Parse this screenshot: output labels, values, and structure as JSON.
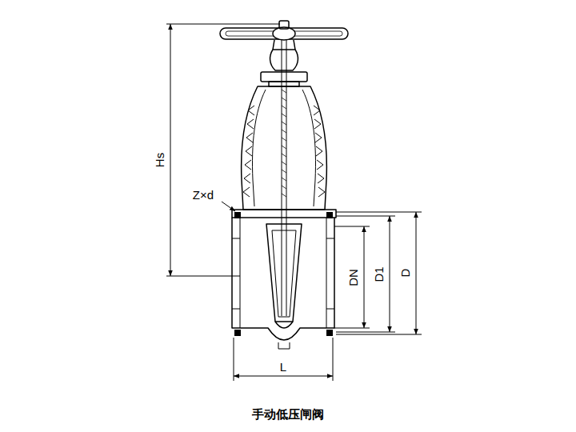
{
  "diagram": {
    "caption": "手动低压闸阀",
    "labels": [
      "Hs",
      "Z×d",
      "DN",
      "D1",
      "D",
      "L"
    ]
  }
}
